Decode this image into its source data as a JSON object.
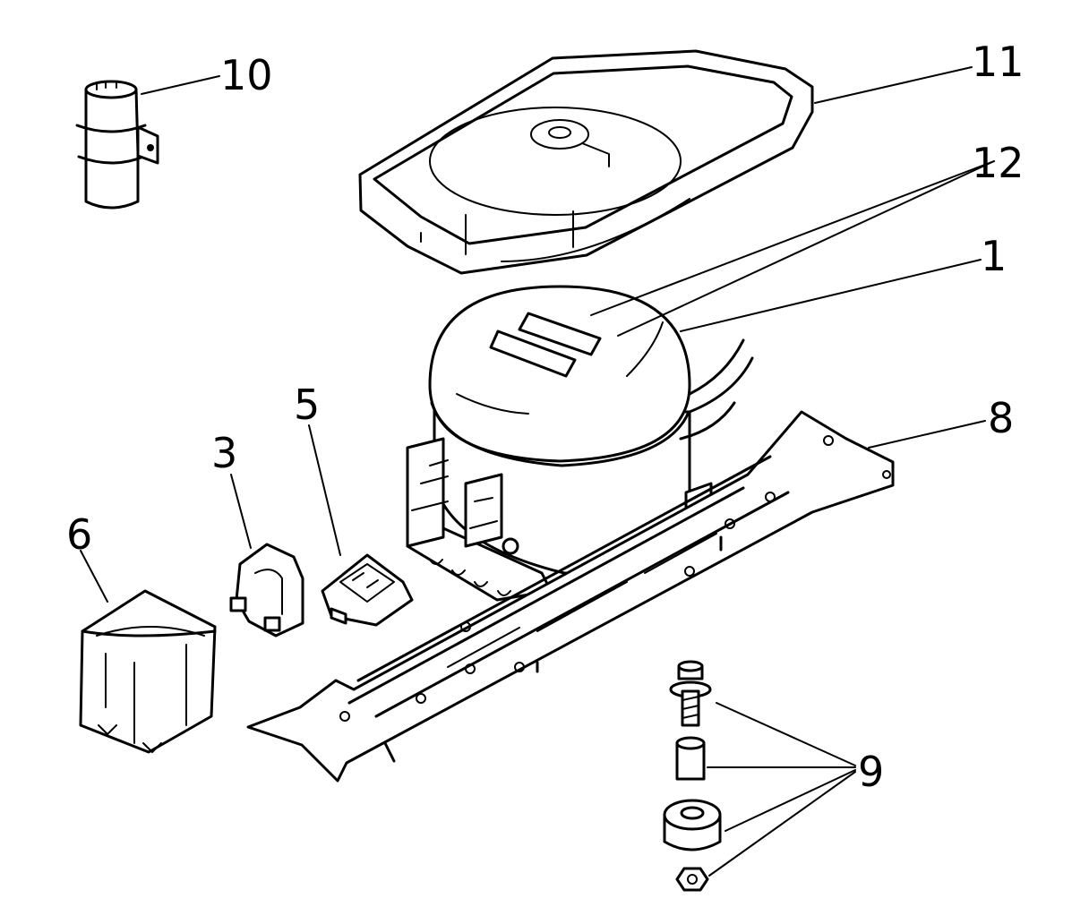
{
  "callouts": [
    {
      "id": "c10",
      "label": "10"
    },
    {
      "id": "c11",
      "label": "11"
    },
    {
      "id": "c12",
      "label": "12"
    },
    {
      "id": "c1",
      "label": "1"
    },
    {
      "id": "c8",
      "label": "8"
    },
    {
      "id": "c5",
      "label": "5"
    },
    {
      "id": "c3",
      "label": "3"
    },
    {
      "id": "c6",
      "label": "6"
    },
    {
      "id": "c9",
      "label": "9"
    }
  ]
}
